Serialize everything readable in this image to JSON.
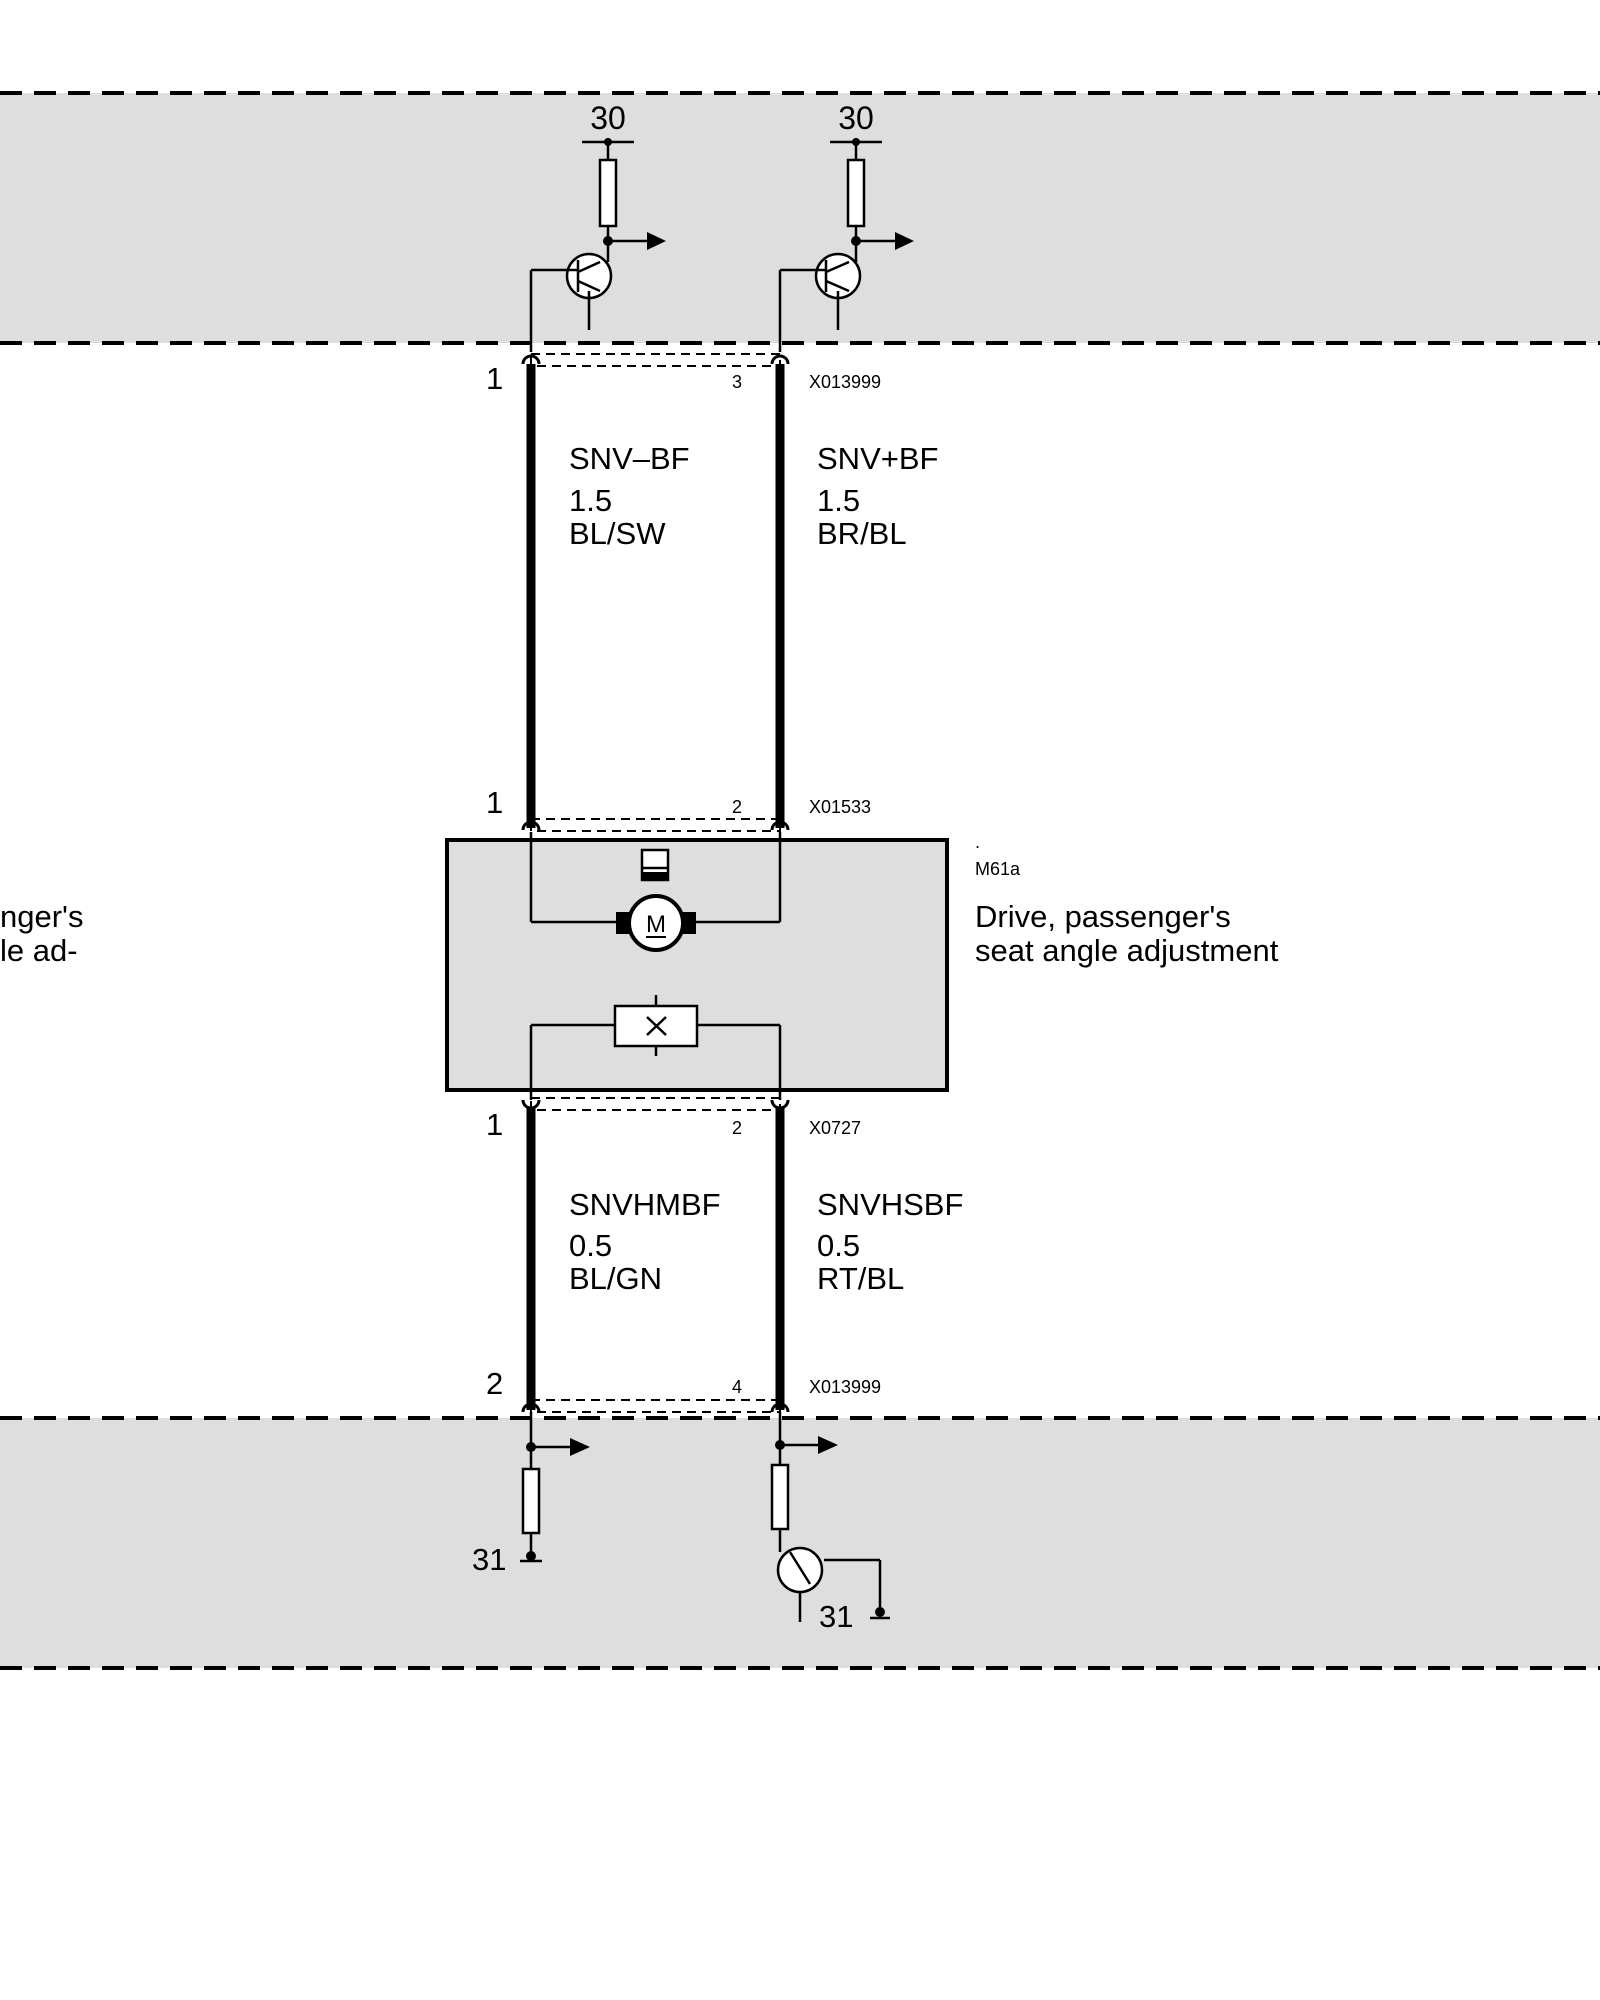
{
  "top_terminals": {
    "left": "30",
    "right": "30"
  },
  "connector_top": {
    "id": "X013999",
    "pin_left": "1",
    "pin_right": "3"
  },
  "wire_top_left": {
    "signal": "SNV–BF",
    "gauge": "1.5",
    "color": "BL/SW"
  },
  "wire_top_right": {
    "signal": "SNV+BF",
    "gauge": "1.5",
    "color": "BR/BL"
  },
  "connector_mid": {
    "id": "X01533",
    "pin_left": "1",
    "pin_right": "2"
  },
  "component": {
    "dot": ".",
    "id": "M61a",
    "description_line1": "Drive, passenger's",
    "description_line2": "seat angle adjustment",
    "motor_symbol": "M"
  },
  "left_edge_text": {
    "line1": "nger's",
    "line2": "le ad-"
  },
  "connector_low": {
    "id": "X0727",
    "pin_left": "1",
    "pin_right": "2"
  },
  "wire_bot_left": {
    "signal": "SNVHMBF",
    "gauge": "0.5",
    "color": "BL/GN"
  },
  "wire_bot_right": {
    "signal": "SNVHSBF",
    "gauge": "0.5",
    "color": "RT/BL"
  },
  "connector_bot": {
    "id": "X013999",
    "pin_left": "2",
    "pin_right": "4"
  },
  "bottom_terminals": {
    "left": "31",
    "right": "31"
  },
  "colors": {
    "zone_fill": "#dedede",
    "line": "#000000"
  }
}
